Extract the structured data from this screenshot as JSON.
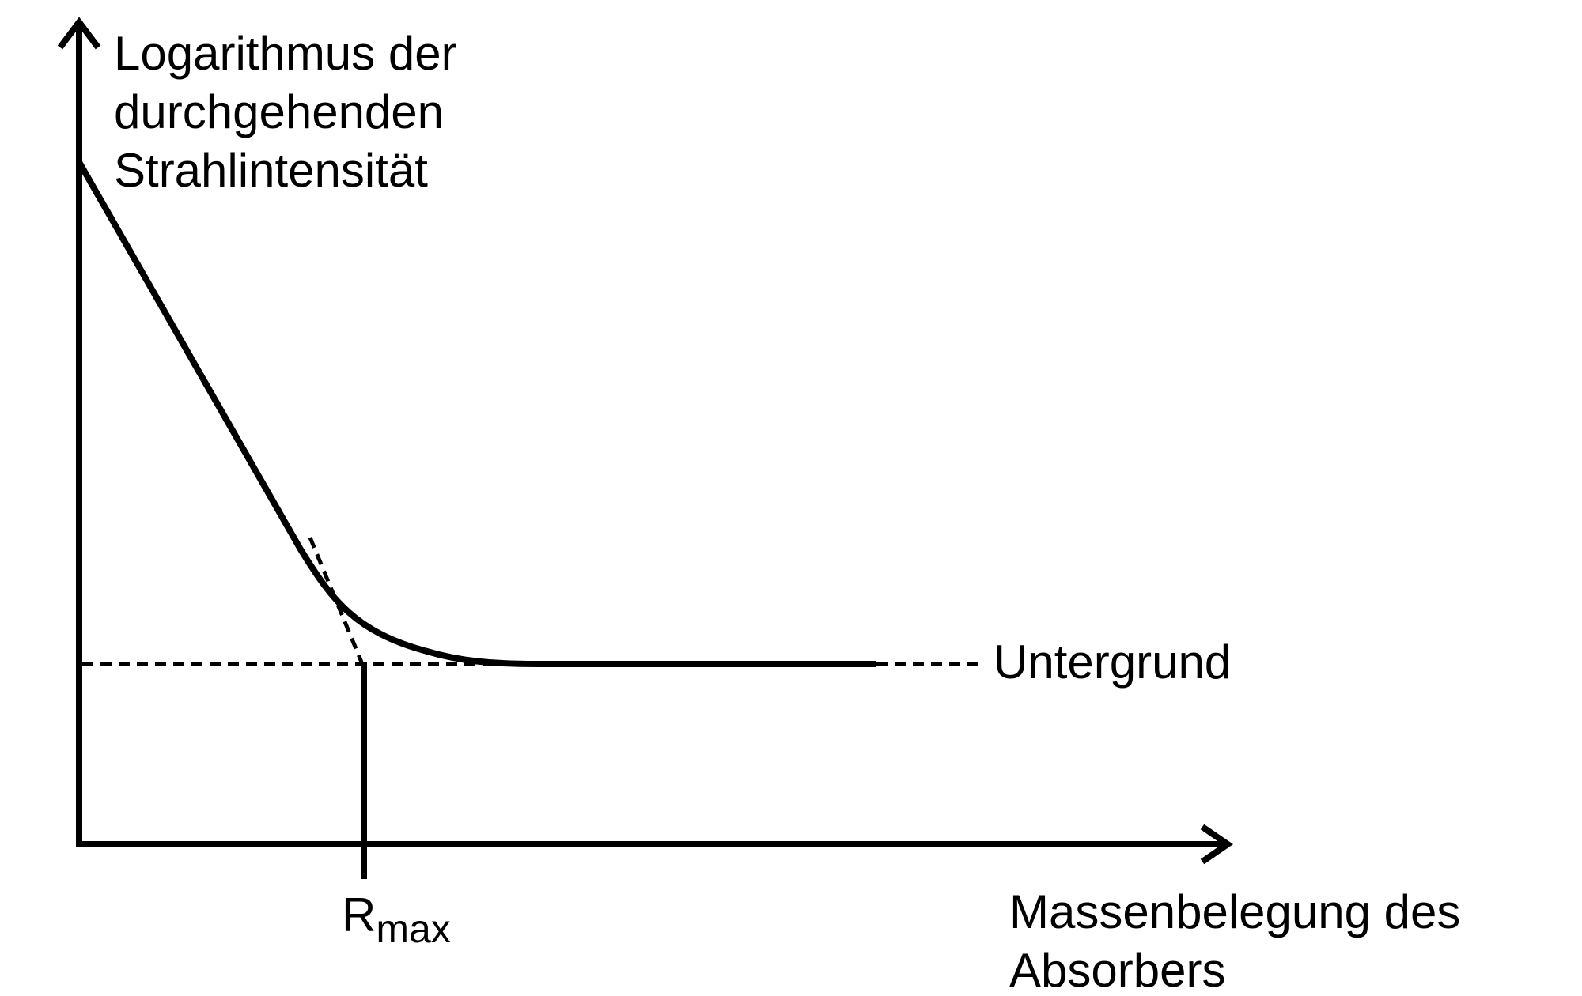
{
  "y_axis_label": [
    "Logarithmus der",
    "durchgehenden",
    "Strahlintensität"
  ],
  "x_axis_label": [
    "Massenbelegung des",
    "Absorbers"
  ],
  "background_label": "Untergrund",
  "rmax_label": {
    "main": "R",
    "sub": "max"
  }
}
